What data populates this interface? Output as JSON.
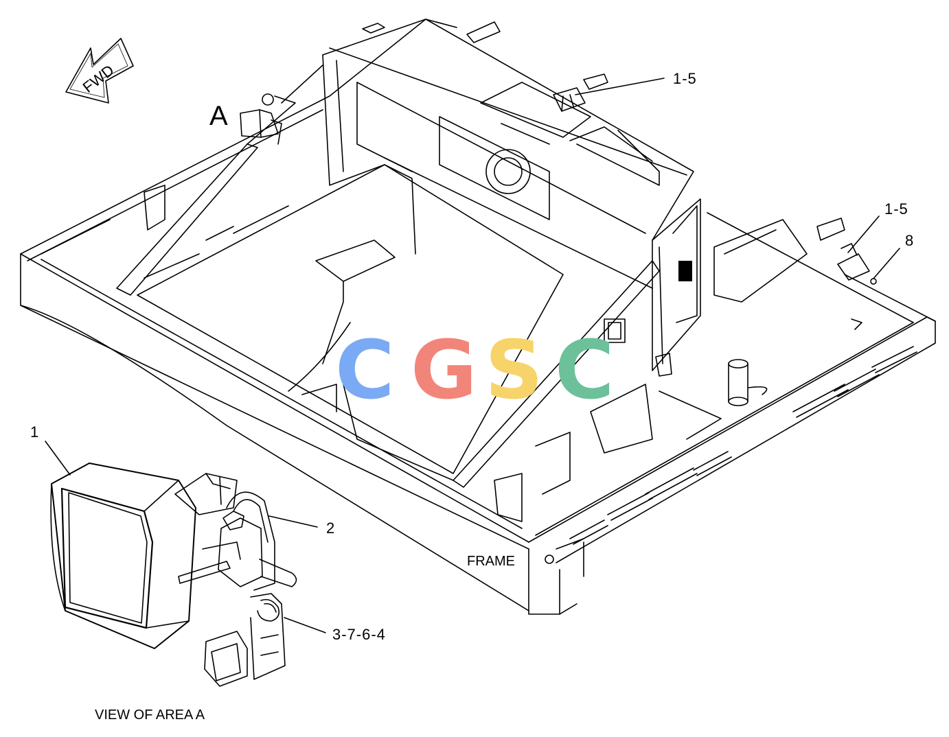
{
  "callouts": {
    "top_right": "1-5",
    "right_lamp": "1-5",
    "right_washer": "8",
    "view_lamp": "1",
    "view_bracket": "2",
    "view_bolt": "3-7-6-4"
  },
  "labels": {
    "area_marker": "A",
    "direction": "FWD",
    "frame": "FRAME",
    "view_caption": "VIEW OF AREA A"
  },
  "watermark": {
    "letters": [
      "C",
      "G",
      "S",
      "C"
    ],
    "colors": [
      "#7aaaf4",
      "#f2857a",
      "#f7d46a",
      "#6cc09a"
    ]
  }
}
